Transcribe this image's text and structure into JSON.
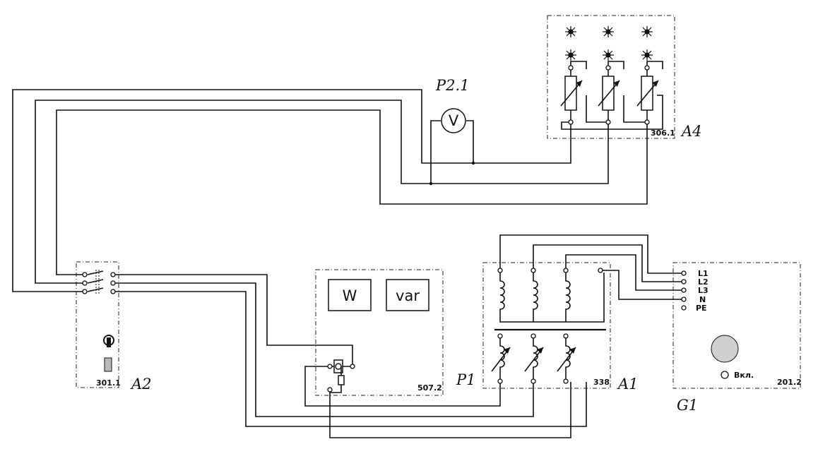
{
  "labels": {
    "voltmeter_ref": "P2.1",
    "voltmeter_symbol": "V",
    "load_ref": "A4",
    "load_code": "306.1",
    "switch_ref": "A2",
    "switch_code": "301.1",
    "meter_ref": "P1",
    "meter_code": "507.2",
    "watt_label": "W",
    "var_label": "var",
    "transformer_ref": "A1",
    "transformer_code": "338",
    "source_ref": "G1",
    "source_code": "201.2",
    "power_on_label": "Вкл."
  },
  "source_terminals": [
    "L1",
    "L2",
    "L3",
    "N",
    "PE"
  ]
}
